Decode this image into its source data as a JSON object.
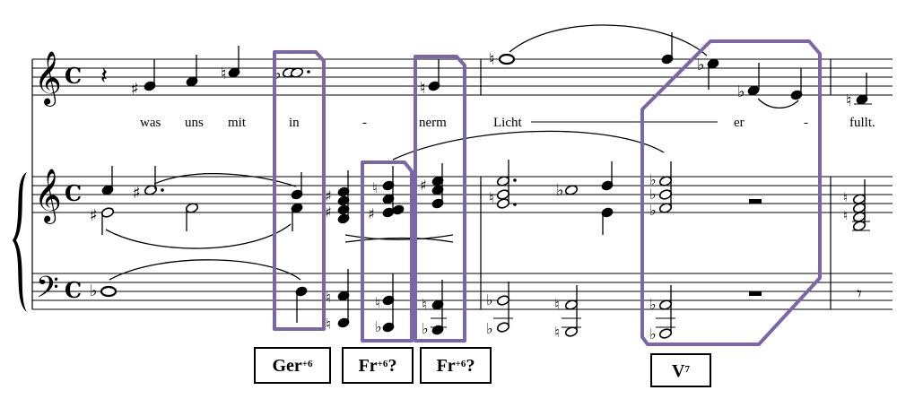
{
  "lyrics": [
    "was",
    "uns",
    "mit",
    "in",
    "-",
    "nerm",
    "Licht",
    "er",
    "-",
    "fullt."
  ],
  "labels": [
    {
      "base": "Ger",
      "sup": "+6",
      "suffix": ""
    },
    {
      "base": "Fr",
      "sup": "+6",
      "suffix": "?"
    },
    {
      "base": "Fr",
      "sup": "+6",
      "suffix": "?"
    },
    {
      "base": "V",
      "sup": "7",
      "suffix": ""
    }
  ],
  "time_signature": "C",
  "highlight_color": "#7b66a8"
}
